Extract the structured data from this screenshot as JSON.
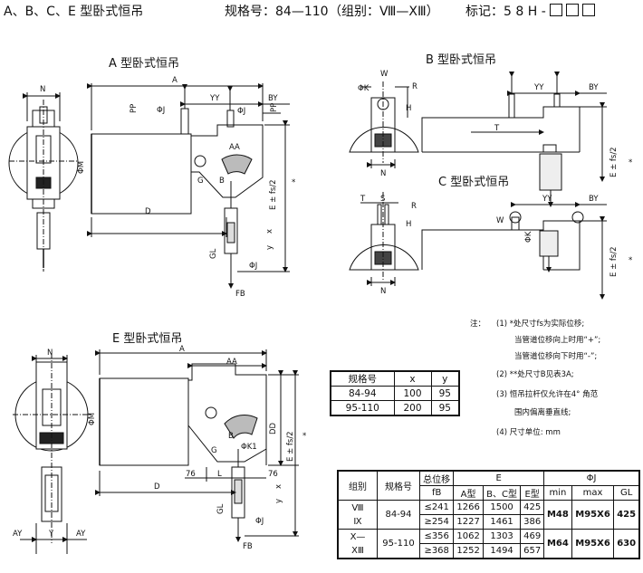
{
  "header": {
    "title": "A、B、C、E 型卧式恒吊",
    "spec": "规格号：84—110",
    "group": "（组别：Ⅷ—ⅩⅢ）",
    "mark": "标记：5 8 H -"
  },
  "views": {
    "a_title": "A 型卧式恒吊",
    "b_title": "B 型卧式恒吊",
    "c_title": "C 型卧式恒吊",
    "e_title": "E 型卧式恒吊"
  },
  "dims": {
    "A": "A",
    "N": "N",
    "YY": "YY",
    "BY": "BY",
    "PP": "PP",
    "phiJ": "ΦJ",
    "phiM": "ΦM",
    "AA": "AA",
    "G": "G",
    "B": "B",
    "D": "D",
    "E_fs2": "E ± fs/2",
    "star": "*",
    "FB": "FB",
    "GL": "GL",
    "x": "x",
    "y": "y",
    "phiK": "ΦK",
    "W": "W",
    "H": "H",
    "R": "R",
    "T": "T",
    "S": "S",
    "DD": "DD",
    "phiK1": "ΦK1",
    "L": "L",
    "d76": "76",
    "AY": "AY",
    "Y": "Y"
  },
  "notes": {
    "label": "注：",
    "n1": "(1) *处尺寸fs为实际位移;",
    "n1a": "当管道位移向上时用“+”;",
    "n1b": "当管道位移向下时用“-”;",
    "n2": "(2) **处尺寸B见表3A;",
    "n3": "(3) 恒吊拉杆仅允许在4° 角范",
    "n3a": "围内偏离垂直线;",
    "n4": "(4) 尺寸单位: mm"
  },
  "table1": {
    "headers": [
      "规格号",
      "x",
      "y"
    ],
    "rows": [
      [
        "84-94",
        "100",
        "95"
      ],
      [
        "95-110",
        "200",
        "95"
      ]
    ]
  },
  "table2": {
    "h_group": "组别",
    "h_spec": "规格号",
    "h_disp": "总位移",
    "h_E": "E",
    "h_J": "ΦJ",
    "sub_fb": "fB",
    "sub_A": "A型",
    "sub_BC": "B、C型",
    "sub_E": "E型",
    "sub_min": "min",
    "sub_max": "max",
    "sub_GL": "GL",
    "g1_group": "Ⅷ\nⅨ",
    "g1_spec": "84-94",
    "g1_min": "M48",
    "g1_max": "M95X6",
    "g1_gl": "425",
    "g2_group": "Ⅹ—\nⅩⅢ",
    "g2_spec": "95-110",
    "g2_min": "M64",
    "g2_max": "M95X6",
    "g2_gl": "630",
    "rows": [
      {
        "fb": "≤241",
        "a": "1266",
        "bc": "1500",
        "e": "425"
      },
      {
        "fb": "≥254",
        "a": "1227",
        "bc": "1461",
        "e": "386"
      },
      {
        "fb": "≤356",
        "a": "1062",
        "bc": "1303",
        "e": "469"
      },
      {
        "fb": "≥368",
        "a": "1252",
        "bc": "1494",
        "e": "657"
      }
    ]
  }
}
